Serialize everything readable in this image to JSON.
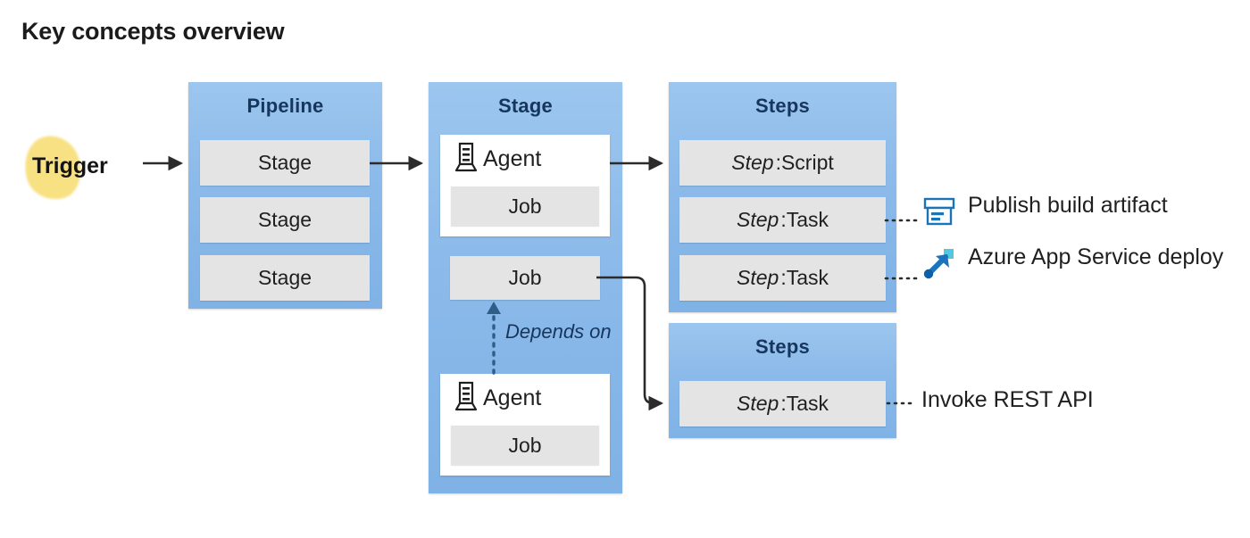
{
  "title": "Key concepts overview",
  "colors": {
    "blue_container": "#8cbaea",
    "gray_box": "#e4e4e4",
    "header_text": "#17365d",
    "trigger_highlight": "#f7e07d",
    "arrow": "#2b2b2b",
    "icon_blue": "#1f6fb4",
    "azure_arrow": "#1b73bd",
    "azure_square": "#4fc8e0",
    "azure_dot": "#0f5ea8"
  },
  "trigger": {
    "label": "Trigger",
    "icon": "yellow-highlight-blob"
  },
  "pipeline": {
    "title": "Pipeline",
    "stages": [
      "Stage",
      "Stage",
      "Stage"
    ]
  },
  "stage": {
    "title": "Stage",
    "agent_top": {
      "icon": "agent-server-icon",
      "label": "Agent",
      "job": "Job"
    },
    "standalone_job": "Job",
    "depends_on": "Depends on",
    "agent_bottom": {
      "icon": "agent-server-icon",
      "label": "Agent",
      "job": "Job"
    }
  },
  "steps_top": {
    "title": "Steps",
    "items": [
      {
        "kind": "Step",
        "sep": ": ",
        "value": "Script"
      },
      {
        "kind": "Step",
        "sep": ": ",
        "value": "Task"
      },
      {
        "kind": "Step",
        "sep": ": ",
        "value": "Task"
      }
    ]
  },
  "steps_bottom": {
    "title": "Steps",
    "items": [
      {
        "kind": "Step",
        "sep": ": ",
        "value": "Task"
      }
    ]
  },
  "annotations": [
    {
      "icon": "publish-build-artifact-icon",
      "label": "Publish build artifact"
    },
    {
      "icon": "azure-app-service-deploy-icon",
      "label": "Azure App Service deploy"
    },
    {
      "icon": "none",
      "label": "Invoke REST API"
    }
  ]
}
